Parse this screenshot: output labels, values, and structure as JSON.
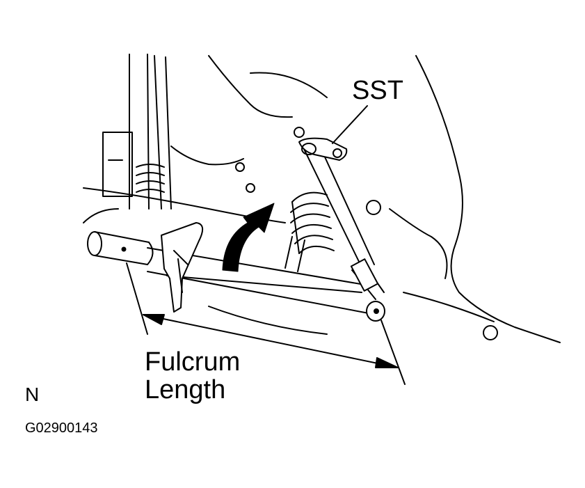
{
  "labels": {
    "sst": "SST",
    "fulcrum_line1": "Fulcrum",
    "fulcrum_line2": "Length",
    "view_code": "N",
    "figure_code": "G02900143"
  },
  "colors": {
    "ink": "#000000",
    "paper": "#ffffff"
  }
}
